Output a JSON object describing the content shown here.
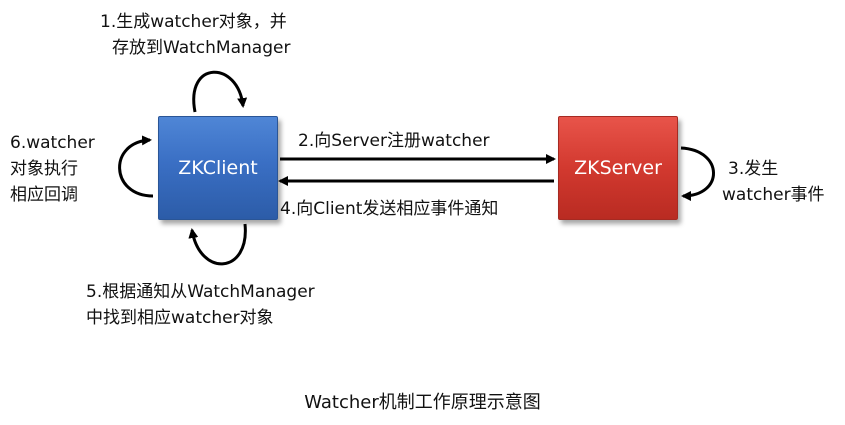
{
  "nodes": {
    "client": "ZKClient",
    "server": "ZKServer"
  },
  "steps": {
    "step1": [
      "1.生成watcher对象，并",
      "存放到WatchManager"
    ],
    "step2": "2.向Server注册watcher",
    "step3": [
      "3.发生",
      "watcher事件"
    ],
    "step4": "4.向Client发送相应事件通知",
    "step5": [
      "5.根据通知从WatchManager",
      "中找到相应watcher对象"
    ],
    "step6": [
      "6.watcher",
      "对象执行",
      "相应回调"
    ]
  },
  "caption": "Watcher机制工作原理示意图",
  "colors": {
    "client_box": "#3a6fc4",
    "server_box": "#d2392f",
    "arrow": "#000000"
  }
}
